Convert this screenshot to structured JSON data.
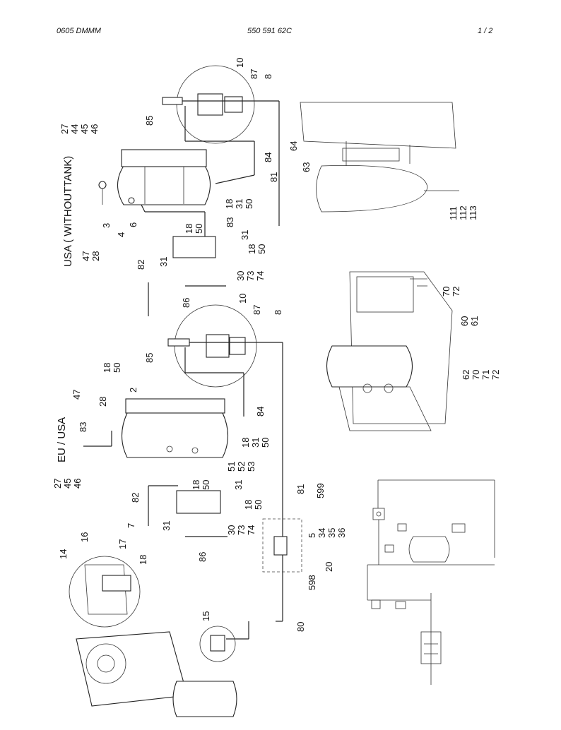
{
  "header": {
    "left": "0605 DMMM",
    "center": "550 591 62C",
    "right": "1 /   2"
  },
  "titles": {
    "usa_without_tank": "USA ( WITHOUTTANK)",
    "eu_usa": "EU / USA"
  },
  "callouts": {
    "top_tank": {
      "c27_44_45_46": "27\n44\n45\n46",
      "c85": "85",
      "c10": "10",
      "c87": "87",
      "c8": "8",
      "c84": "84",
      "c81": "81",
      "c64": "64",
      "c63": "63",
      "c3": "3",
      "c4": "4",
      "c6": "6",
      "c47_28": "47\n28",
      "c82": "82",
      "c31": "31",
      "c18_50": "18\n50",
      "c31b": "31",
      "c18_50b": "18\n50",
      "c83": "83",
      "c18_31_50": "18\n31\n50",
      "c30_73_74": "30\n73\n74",
      "c86": "86",
      "c111_112_113": "111\n112\n113"
    },
    "lower_tank": {
      "c18_50": "18\n50",
      "c47": "47",
      "c28": "28",
      "c2": "2",
      "c83": "83",
      "c85": "85",
      "c10": "10",
      "c87": "87",
      "c8": "8",
      "c84": "84",
      "c18_31_50": "18\n31\n50",
      "c27_45_46": "27\n45\n46",
      "c82": "82",
      "c18_50b": "18\n50",
      "c51_52_53": "51\n52\n53",
      "c31": "31",
      "c31b": "31",
      "c18_50c": "18\n50",
      "c30_73_74": "30\n73\n74",
      "c86": "86",
      "c81": "81",
      "c599": "599",
      "c5_34_35_36": "5\n34\n35\n36",
      "c20": "20",
      "c598": "598",
      "c80": "80",
      "c14": "14",
      "c16": "16",
      "c17": "17",
      "c7": "7",
      "c18": "18",
      "c15": "15",
      "c70_72": "70\n72",
      "c60_61": "60\n61",
      "c62_70_71_72": "62\n70\n71\n72"
    }
  }
}
